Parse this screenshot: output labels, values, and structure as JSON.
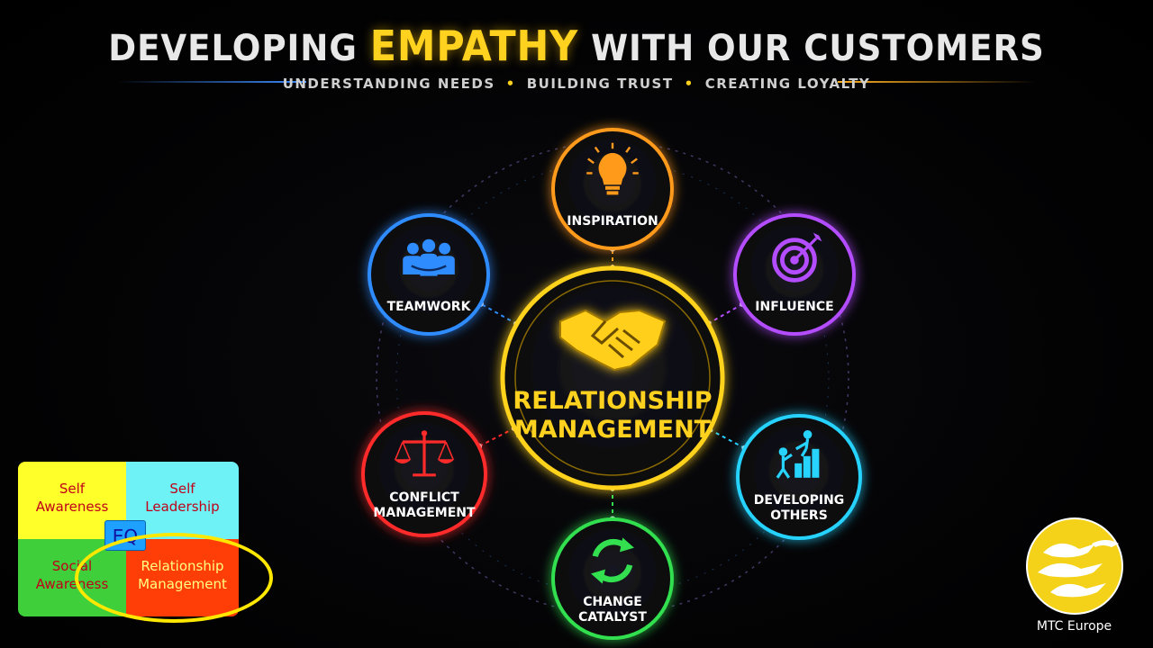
{
  "header": {
    "title_pre": "DEVELOPING ",
    "title_emphasis": "EMPATHY",
    "title_post": " WITH OUR CUSTOMERS",
    "subtitle_items": [
      "UNDERSTANDING NEEDS",
      "BUILDING TRUST",
      "CREATING LOYALTY"
    ]
  },
  "center": {
    "label_line1": "RELATIONSHIP",
    "label_line2": "MANAGEMENT",
    "icon": "handshake-icon",
    "color": "#ffd21f"
  },
  "nodes": [
    {
      "id": "inspiration",
      "lines": [
        "INSPIRATION"
      ],
      "icon": "lightbulb-icon",
      "color": "#ff9a1a"
    },
    {
      "id": "influence",
      "lines": [
        "INFLUENCE"
      ],
      "icon": "target-icon",
      "color": "#b44dff"
    },
    {
      "id": "developing-others",
      "lines": [
        "DEVELOPING",
        "OTHERS"
      ],
      "icon": "climbing-steps-icon",
      "color": "#27d3ff"
    },
    {
      "id": "change-catalyst",
      "lines": [
        "CHANGE",
        "CATALYST"
      ],
      "icon": "cycle-arrows-icon",
      "color": "#33e050"
    },
    {
      "id": "conflict-management",
      "lines": [
        "CONFLICT",
        "MANAGEMENT"
      ],
      "icon": "scales-icon",
      "color": "#ff2b2b"
    },
    {
      "id": "teamwork",
      "lines": [
        "TEAMWORK"
      ],
      "icon": "team-icon",
      "color": "#2f8cff"
    }
  ],
  "eq_model": {
    "self_awareness_1": "Self",
    "self_awareness_2": "Awareness",
    "self_leadership_1": "Self",
    "self_leadership_2": "Leadership",
    "social_awareness_1": "Social",
    "social_awareness_2": "Awareness",
    "relationship_1": "Relationship",
    "relationship_2": "Management",
    "badge": "EQ"
  },
  "logo": {
    "text": "MTC Europe",
    "icon": "flying-geese-icon",
    "color": "#f5d21a"
  }
}
